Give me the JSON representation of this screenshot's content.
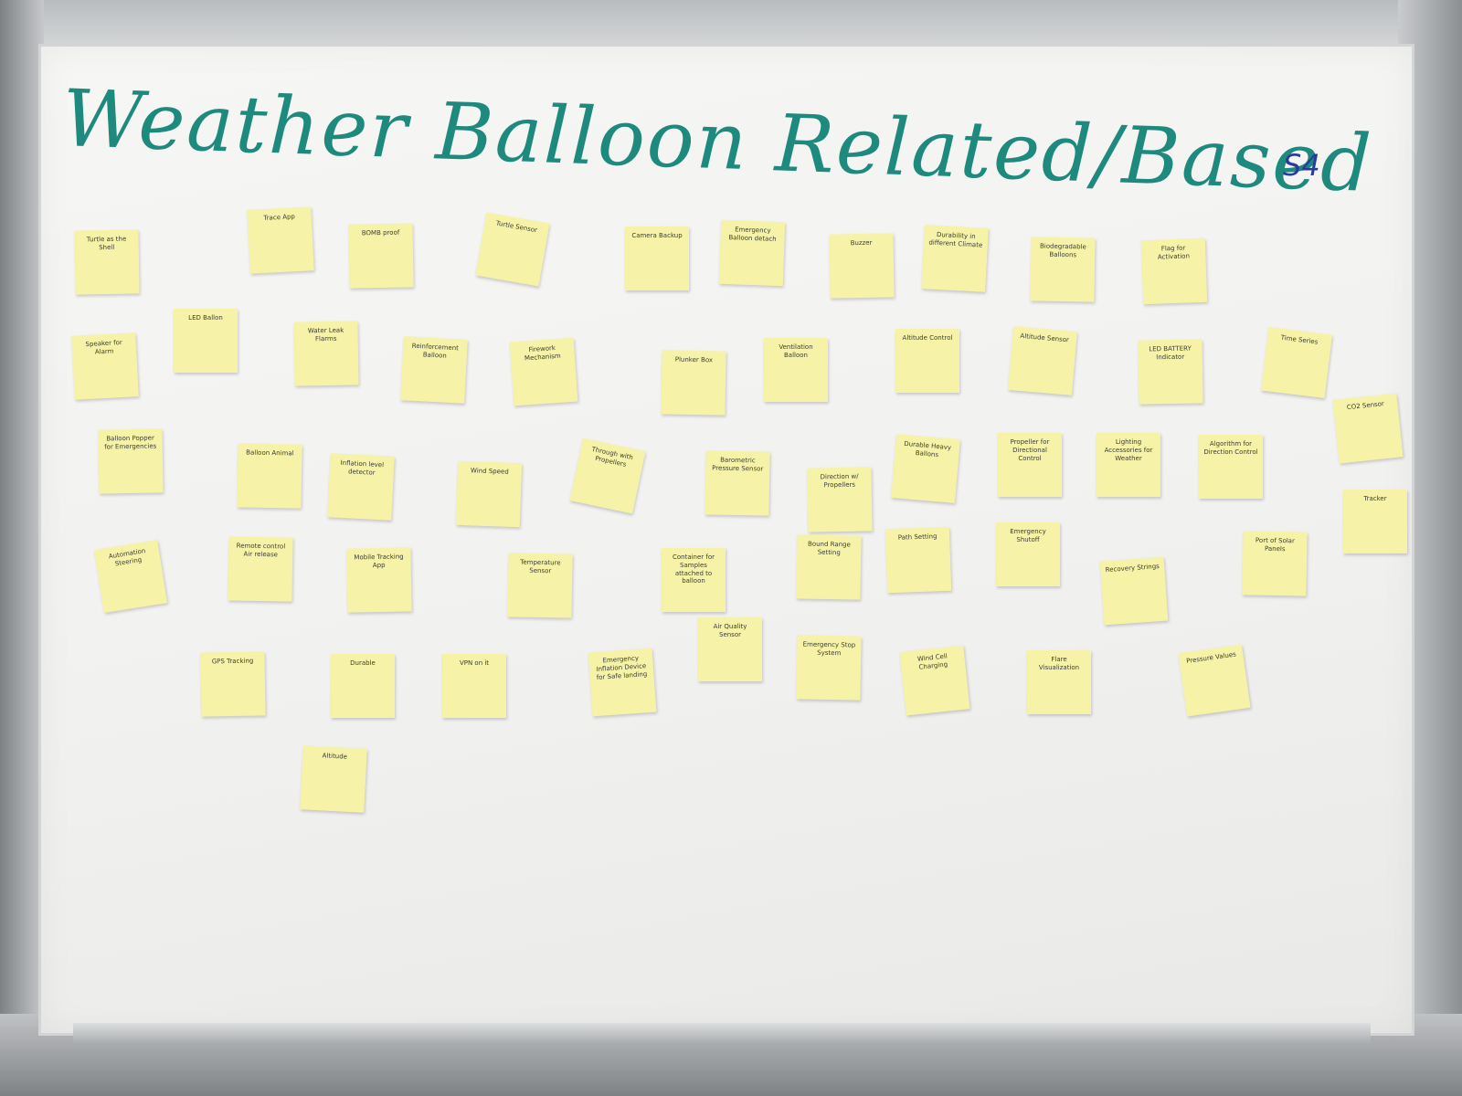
{
  "board": {
    "title": "Weather Balloon Related/Based",
    "section_tag": "S4"
  },
  "notes": [
    "Turtle as the Shell",
    "Trace App",
    "BOMB proof",
    "Turtle Sensor",
    "Camera Backup",
    "Emergency Balloon detach",
    "Buzzer",
    "Durability in different Climate",
    "Biodegradable Balloons",
    "Flag for Activation",
    "Speaker for Alarm",
    "LED Ballon",
    "Water Leak Flarms",
    "Reinforcement Balloon",
    "Firework Mechanism",
    "Plunker Box",
    "Ventilation Balloon",
    "Altitude Control",
    "Altitude Sensor",
    "LED BATTERY Indicator",
    "Time Series",
    "CO2 Sensor",
    "Balloon Popper for Emergencies",
    "Balloon Animal",
    "Inflation level detector",
    "Wind Speed",
    "Through with Propellers",
    "Barometric Pressure Sensor",
    "Direction w/ Propellers",
    "Durable Heavy Ballons",
    "Propeller for Directional Control",
    "Lighting Accessories for Weather",
    "Algorithm for Direction Control",
    "Tracker",
    "Automation Steering",
    "Remote control Air release",
    "Mobile Tracking App",
    "Temperature Sensor",
    "Container for Samples attached to balloon",
    "Bound Range Setting",
    "Path Setting",
    "Emergency Shutoff",
    "Recovery Strings",
    "Port of Solar Panels",
    "GPS Tracking",
    "Durable",
    "VPN on it",
    "Emergency Inflation Device for Safe landing",
    "Air Quality Sensor",
    "Emergency Stop System",
    "Wind Cell Charging",
    "Flare Visualization",
    "Pressure Values",
    "Altitude"
  ]
}
